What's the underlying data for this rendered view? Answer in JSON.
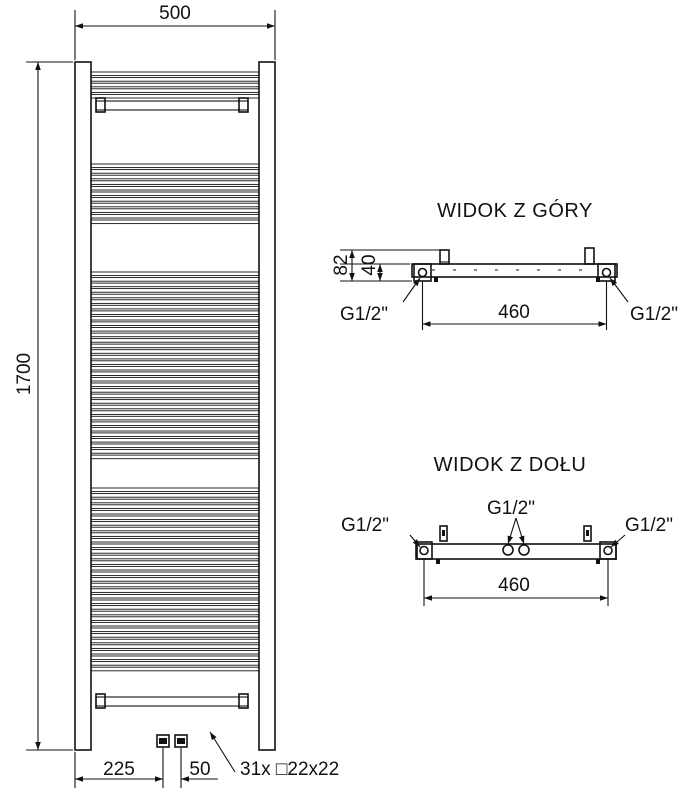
{
  "front_view": {
    "width_label": "500",
    "height_label": "1700",
    "left_offset_label": "225",
    "connector_spacing_label": "50",
    "tube_spec_label": "31x □22x22"
  },
  "top_view": {
    "title": "WIDOK Z GÓRY",
    "depth_outer_label": "82",
    "depth_inner_label": "40",
    "connector_left_label": "G1/2\"",
    "connector_right_label": "G1/2\"",
    "axis_spacing_label": "460"
  },
  "bottom_view": {
    "title": "WIDOK Z DOŁU",
    "connector_left_label": "G1/2\"",
    "connector_center_label": "G1/2\"",
    "connector_right_label": "G1/2\"",
    "axis_spacing_label": "460"
  }
}
